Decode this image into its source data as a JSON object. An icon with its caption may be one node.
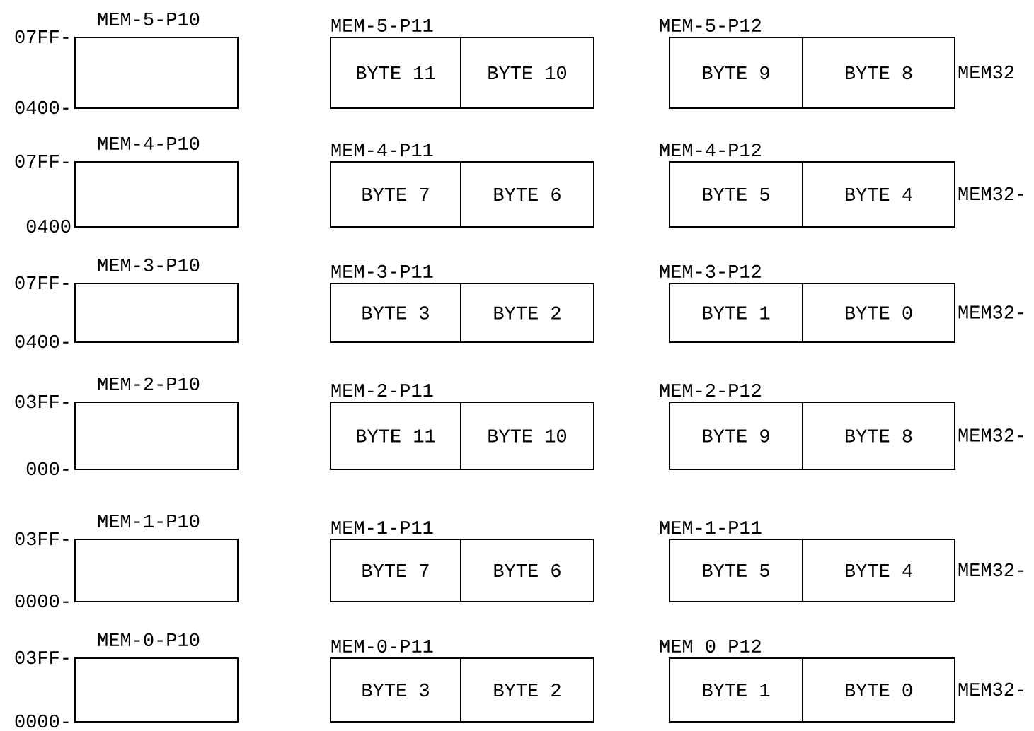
{
  "diagram": {
    "nodes": [
      {
        "text": [
          "MEM-5-P10"
        ]
      },
      {
        "text": [
          "MEM-5-P11"
        ]
      },
      {
        "text": [
          "BYTE 11"
        ],
        "in": 1
      },
      {
        "text": [
          "BYTE 10"
        ],
        "in": 1
      },
      {
        "text": [
          "MEM-5-P12"
        ],
        "beside": [
          "MEM32"
        ]
      },
      {
        "text": [
          "BYTE 9"
        ],
        "in": 4
      },
      {
        "text": [
          "BYTE 8"
        ],
        "in": 4
      },
      {
        "text": [
          "MEM-4-P10"
        ]
      },
      {
        "text": [
          "MEM-4-P11"
        ]
      },
      {
        "text": [
          "BYTE 7"
        ],
        "in": 8
      },
      {
        "text": [
          "BYTE 6"
        ],
        "in": 8
      },
      {
        "text": [
          "MEM-4-P12"
        ],
        "beside": [
          "MEM32-"
        ]
      },
      {
        "text": [
          "BYTE 5"
        ],
        "in": 11
      },
      {
        "text": [
          "BYTE 4"
        ],
        "in": 11
      },
      {
        "text": [
          "MEM-3-P10"
        ]
      },
      {
        "text": [
          "MEM-3-P11"
        ]
      },
      {
        "text": [
          "BYTE 3"
        ],
        "in": 15
      },
      {
        "text": [
          "BYTE 2"
        ],
        "in": 15
      },
      {
        "text": [
          "MEM-3-P12"
        ],
        "beside": [
          "MEM32-"
        ]
      },
      {
        "text": [
          "BYTE 1"
        ],
        "in": 18
      },
      {
        "text": [
          "BYTE 0"
        ],
        "in": 18
      },
      {
        "text": [
          "MEM-2-P10"
        ]
      },
      {
        "text": [
          "MEM-2-P11"
        ]
      },
      {
        "text": [
          "BYTE 11"
        ],
        "in": 22
      },
      {
        "text": [
          "BYTE 10"
        ],
        "in": 22
      },
      {
        "text": [
          "MEM-2-P12"
        ],
        "beside": [
          "MEM32-"
        ]
      },
      {
        "text": [
          "BYTE 9"
        ],
        "in": 25
      },
      {
        "text": [
          "BYTE 8"
        ],
        "in": 25
      },
      {
        "text": [
          "MEM-1-P10"
        ]
      },
      {
        "text": [
          "MEM-1-P11"
        ]
      },
      {
        "text": [
          "BYTE 7"
        ],
        "in": 29
      },
      {
        "text": [
          "BYTE 6"
        ],
        "in": 29
      },
      {
        "text": [
          "MEM-1-P11"
        ],
        "beside": [
          "MEM32-"
        ]
      },
      {
        "text": [
          "BYTE 5"
        ],
        "in": 32
      },
      {
        "text": [
          "BYTE 4"
        ],
        "in": 32
      },
      {
        "text": [
          "MEM-0-P10"
        ]
      },
      {
        "text": [
          "MEM-0-P11"
        ]
      },
      {
        "text": [
          "BYTE 3"
        ],
        "in": 36
      },
      {
        "text": [
          "BYTE 2"
        ],
        "in": 36
      },
      {
        "text": [
          "MEM 0 P12"
        ],
        "beside": [
          "MEM32-"
        ]
      },
      {
        "text": [
          "BYTE 1"
        ],
        "in": 39
      },
      {
        "text": [
          "BYTE 0"
        ],
        "in": 39
      }
    ],
    "labels": [
      "07FF-",
      "0400-",
      "07FF-",
      "0400",
      "07FF-",
      "0400-",
      "03FF-",
      "000-",
      "03FF-",
      "0000-",
      "03FF-",
      "0000-"
    ]
  }
}
